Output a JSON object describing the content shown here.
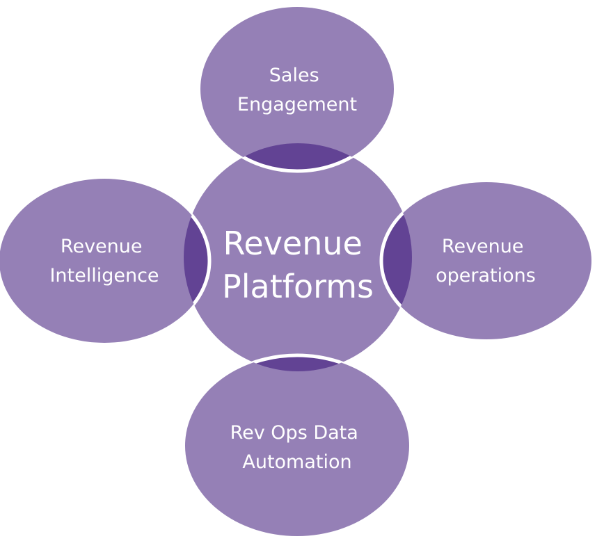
{
  "colors": {
    "light": "#9580b6",
    "dark": "#624394",
    "text": "#ffffff"
  },
  "center": {
    "lines": [
      "Revenue",
      "Platforms"
    ]
  },
  "satellites": [
    {
      "id": "top",
      "lines": [
        "Sales",
        "Engagement"
      ]
    },
    {
      "id": "left",
      "lines": [
        "Revenue",
        "Intelligence"
      ]
    },
    {
      "id": "right",
      "lines": [
        "Revenue",
        "operations"
      ]
    },
    {
      "id": "bottom",
      "lines": [
        "Rev Ops Data",
        "Automation"
      ]
    }
  ]
}
